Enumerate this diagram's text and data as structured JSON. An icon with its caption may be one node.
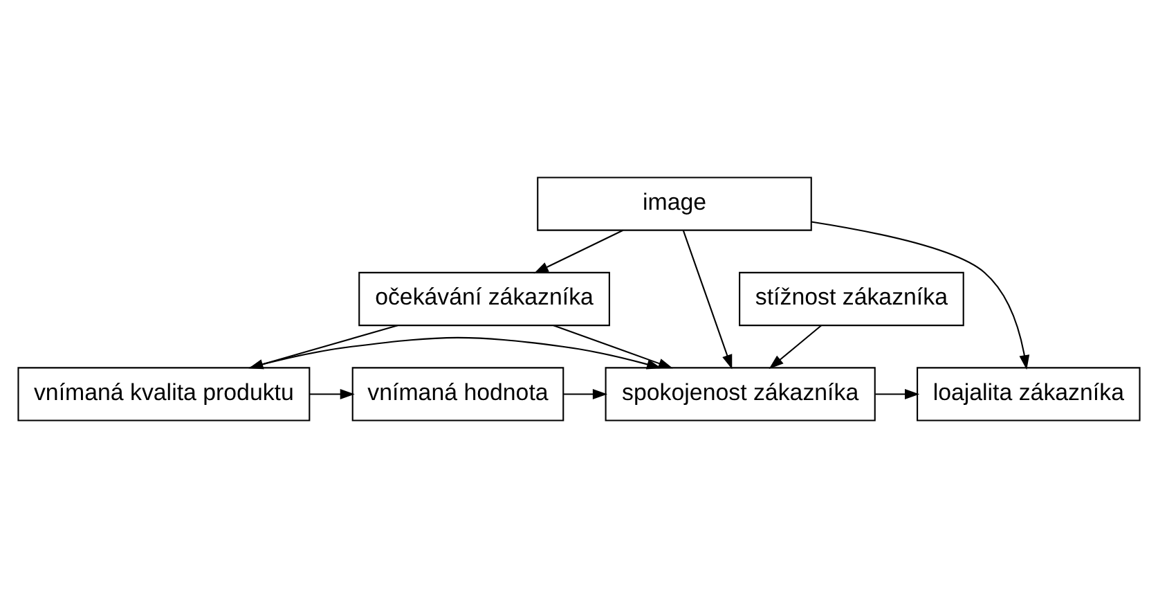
{
  "diagram": {
    "nodes": [
      {
        "text": [
          "image"
        ]
      },
      {
        "text": [
          "očekávání zákazníka"
        ]
      },
      {
        "text": [
          "vnímaná kvalita produktu"
        ]
      },
      {
        "text": [
          "vnímaná hodnota"
        ]
      },
      {
        "text": [
          "spokojenost zákazníka"
        ]
      },
      {
        "text": [
          "loajalita zákazníka"
        ]
      },
      {
        "text": [
          "stížnost zákazníka"
        ]
      }
    ],
    "edges": [
      {
        "from": 0,
        "to": 1,
        "arrow": "to"
      },
      {
        "from": 0,
        "to": 4,
        "arrow": "to"
      },
      {
        "from": 0,
        "to": 5,
        "arrow": "to"
      },
      {
        "from": 1,
        "to": 2,
        "arrow": "to"
      },
      {
        "from": 1,
        "to": 4,
        "arrow": "to"
      },
      {
        "from": 2,
        "to": 3,
        "arrow": "to"
      },
      {
        "from": 3,
        "to": 4,
        "arrow": "to"
      },
      {
        "from": 4,
        "to": 5,
        "arrow": "to"
      },
      {
        "from": 2,
        "to": 4,
        "arrow": "to"
      },
      {
        "from": 6,
        "to": 4,
        "arrow": "to"
      }
    ]
  }
}
